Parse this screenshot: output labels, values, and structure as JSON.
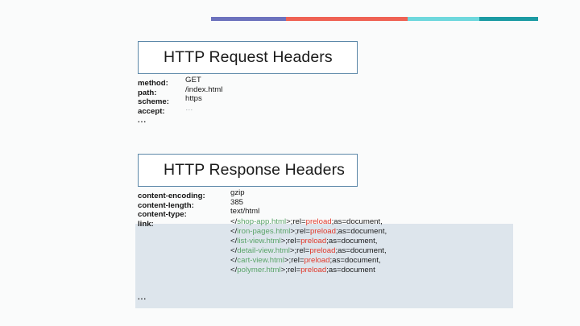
{
  "accent_bar": {
    "segments": [
      {
        "name": "purple-segment",
        "color": "#6c72bd",
        "width_pct": 23
      },
      {
        "name": "red-segment",
        "color": "#ef6254",
        "width_pct": 37
      },
      {
        "name": "cyan-segment",
        "color": "#6ed8dd",
        "width_pct": 22
      },
      {
        "name": "teal-segment",
        "color": "#1c9ba3",
        "width_pct": 18
      }
    ]
  },
  "request": {
    "title": "HTTP Request Headers",
    "fields": [
      {
        "label": "method:",
        "value": "GET"
      },
      {
        "label": "path:",
        "value": "/index.html"
      },
      {
        "label": "scheme:",
        "value": "https"
      },
      {
        "label": "accept:",
        "value": "…"
      }
    ],
    "more": "..."
  },
  "response": {
    "title": "HTTP Response Headers",
    "fields": [
      {
        "label": "content-encoding:",
        "value": "gzip"
      },
      {
        "label": "content-length:",
        "value": "385"
      },
      {
        "label": "content-type:",
        "value": "text/html"
      }
    ],
    "link_label": "link:",
    "link_lines": [
      {
        "open": "</",
        "path": "shop-app.html",
        "mid": ">;rel=",
        "rel": "preload",
        "tail": ";as=document,"
      },
      {
        "open": "</",
        "path": "iron-pages.html",
        "mid": ">;rel=",
        "rel": "preload",
        "tail": ";as=document,"
      },
      {
        "open": "</",
        "path": "list-view.html",
        "mid": ">;rel=",
        "rel": "preload",
        "tail": ";as=document,"
      },
      {
        "open": "</",
        "path": "detail-view.html",
        "mid": ">;rel=",
        "rel": "preload",
        "tail": ";as=document,"
      },
      {
        "open": "</",
        "path": "cart-view.html",
        "mid": ">;rel=",
        "rel": "preload",
        "tail": ";as=document,"
      },
      {
        "open": "</",
        "path": "polymer.html",
        "mid": ">;rel=",
        "rel": "preload",
        "tail": ";as=document"
      }
    ],
    "more": "..."
  },
  "colors": {
    "page_background": "#fafbfb",
    "box_border": "#5b87a8",
    "highlight_panel": "#dde5ec",
    "token_path": "#5aa469",
    "token_preload": "#e0392b",
    "text": "#141414"
  }
}
